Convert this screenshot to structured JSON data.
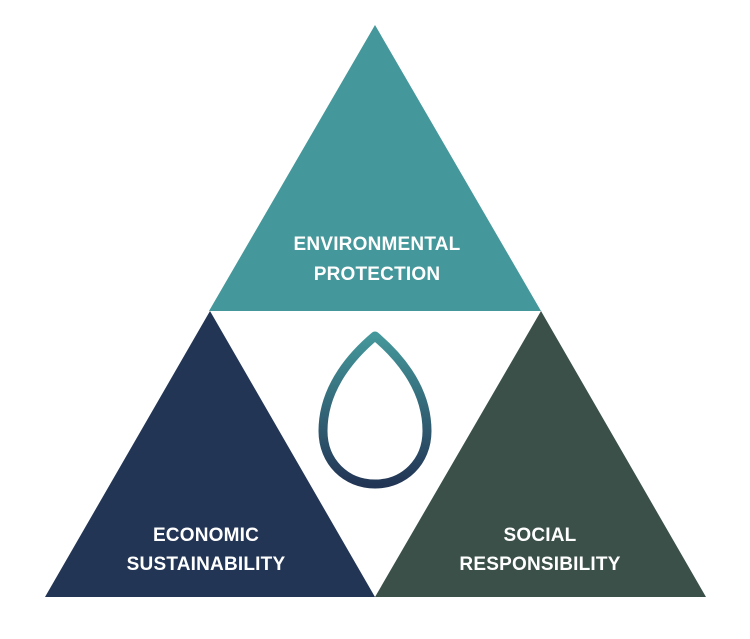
{
  "segments": {
    "top": {
      "line1": "ENVIRONMENTAL",
      "line2": "PROTECTION",
      "color": "#44979a"
    },
    "left": {
      "line1": "ECONOMIC",
      "line2": "SUSTAINABILITY",
      "color": "#223555"
    },
    "right": {
      "line1": "SOCIAL",
      "line2": "RESPONSIBILITY",
      "color": "#3a5049"
    }
  },
  "center": {
    "icon": "water-drop-icon",
    "gradient_top": "#44979a",
    "gradient_bottom": "#223555"
  },
  "background": "#ffffff"
}
